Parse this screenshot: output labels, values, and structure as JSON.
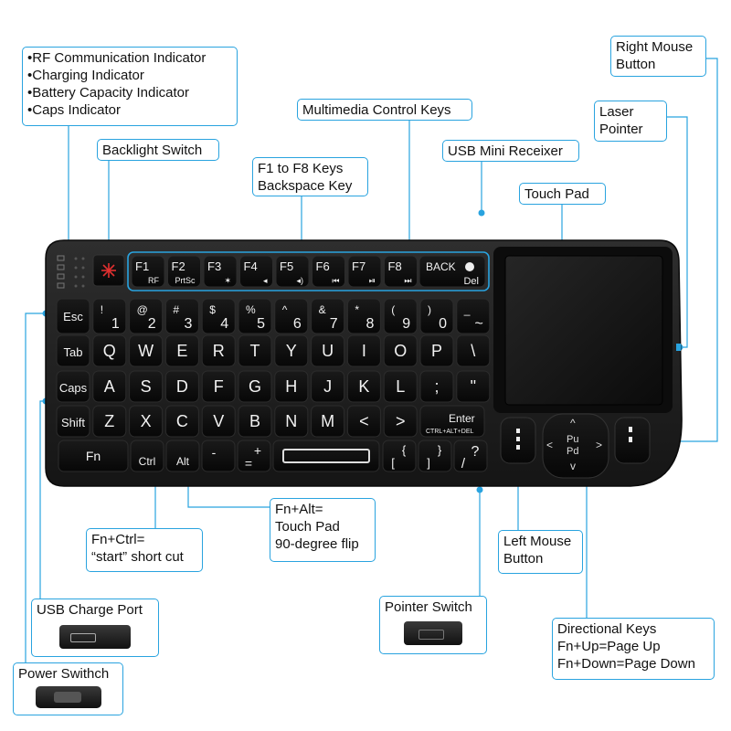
{
  "callouts": {
    "indicators": [
      "RF Communication Indicator",
      "Charging Indicator",
      "Battery Capacity Indicator",
      "Caps Indicator"
    ],
    "backlight": "Backlight Switch",
    "multimedia": "Multimedia Control Keys",
    "fkeys": [
      "F1 to F8 Keys",
      "Backspace Key"
    ],
    "usb_receiver": "USB Mini Receixer",
    "touchpad": "Touch Pad",
    "right_mouse": [
      "Right Mouse",
      "Button"
    ],
    "laser": [
      "Laser",
      "Pointer"
    ],
    "fn_ctrl": [
      "Fn+Ctrl=",
      "“start” short cut"
    ],
    "fn_alt": [
      "Fn+Alt=",
      "Touch Pad",
      "90-degree flip"
    ],
    "left_mouse": [
      "Left Mouse",
      "Button"
    ],
    "usb_charge": "USB Charge Port",
    "pointer_switch": "Pointer Switch",
    "directional": [
      "Directional Keys",
      "Fn+Up=Page Up",
      "Fn+Down=Page Down"
    ],
    "power": "Power Swithch"
  },
  "keyboard": {
    "fkeys": [
      {
        "main": "F1",
        "sub": "RF"
      },
      {
        "main": "F2",
        "sub": "PrtSc"
      },
      {
        "main": "F3",
        "sub": "✶"
      },
      {
        "main": "F4",
        "sub": "◂"
      },
      {
        "main": "F5",
        "sub": "◂)"
      },
      {
        "main": "F6",
        "sub": "⏮"
      },
      {
        "main": "F7",
        "sub": "⏯"
      },
      {
        "main": "F8",
        "sub": "⏭"
      }
    ],
    "back": {
      "main": "BACK",
      "sub": "Del"
    },
    "row1": [
      {
        "top": "Esc",
        "bot": ""
      },
      {
        "top": "!",
        "bot": "1"
      },
      {
        "top": "@",
        "bot": "2"
      },
      {
        "top": "#",
        "bot": "3"
      },
      {
        "top": "$",
        "bot": "4"
      },
      {
        "top": "%",
        "bot": "5"
      },
      {
        "top": "^",
        "bot": "6"
      },
      {
        "top": "&",
        "bot": "7"
      },
      {
        "top": "*",
        "bot": "8"
      },
      {
        "top": "(",
        "bot": "9"
      },
      {
        "top": ")",
        "bot": "0"
      },
      {
        "top": "_",
        "bot": "~"
      }
    ],
    "row2": [
      "Tab",
      "Q",
      "W",
      "E",
      "R",
      "T",
      "Y",
      "U",
      "I",
      "O",
      "P",
      "\\"
    ],
    "row3": [
      "Caps",
      "A",
      "S",
      "D",
      "F",
      "G",
      "H",
      "J",
      "K",
      "L",
      ";",
      "\""
    ],
    "row4": [
      "Shift",
      "Z",
      "X",
      "C",
      "V",
      "B",
      "N",
      "M",
      "<",
      ">"
    ],
    "enter": {
      "main": "Enter",
      "sub": "CTRL+ALT+DEL"
    },
    "row5": {
      "fn": "Fn",
      "ctrl": "Ctrl",
      "alt": "Alt",
      "minus": "-",
      "plus": "+",
      "eq": "=",
      "lbrace": "{",
      "rbrace": "}",
      "lbr": "[",
      "rbr": "]",
      "q": "?",
      "slash": "/"
    },
    "dpad": {
      "pu": "Pu",
      "pd": "Pd"
    }
  },
  "colors": {
    "accent": "#29a3df",
    "body": "#1c1c1c",
    "key": "#101010"
  }
}
